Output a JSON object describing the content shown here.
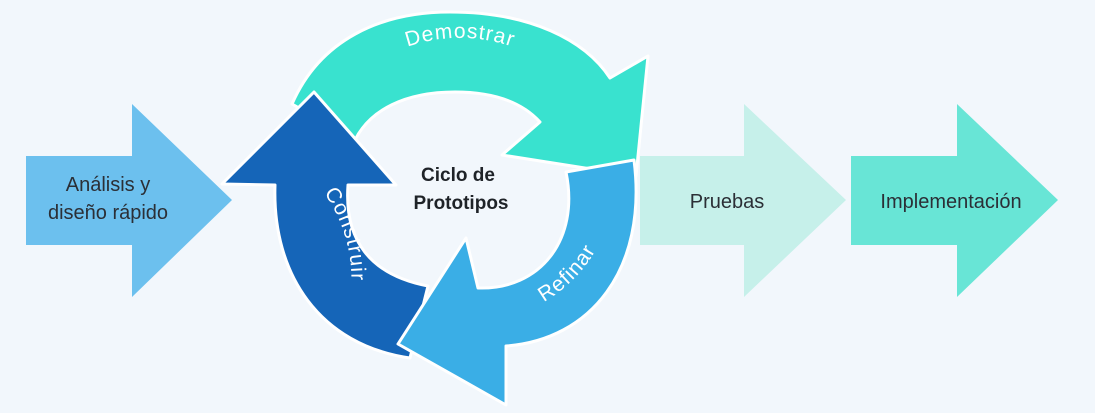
{
  "steps": {
    "analysis_line1": "Análisis y",
    "analysis_line2": "diseño rápido",
    "testing": "Pruebas",
    "deployment": "Implementación"
  },
  "cycle": {
    "title_line1": "Ciclo de",
    "title_line2": "Prototipos",
    "demonstrate": "Demostrar",
    "refine": "Refinar",
    "build": "Construir"
  },
  "colors": {
    "background": "#f2f7fc",
    "analysis": "#6cc0ee",
    "demonstrate": "#39e2cf",
    "refine": "#3aaee6",
    "build": "#1565b8",
    "testing": "#c6f0ea",
    "deployment": "#68e5d6"
  }
}
